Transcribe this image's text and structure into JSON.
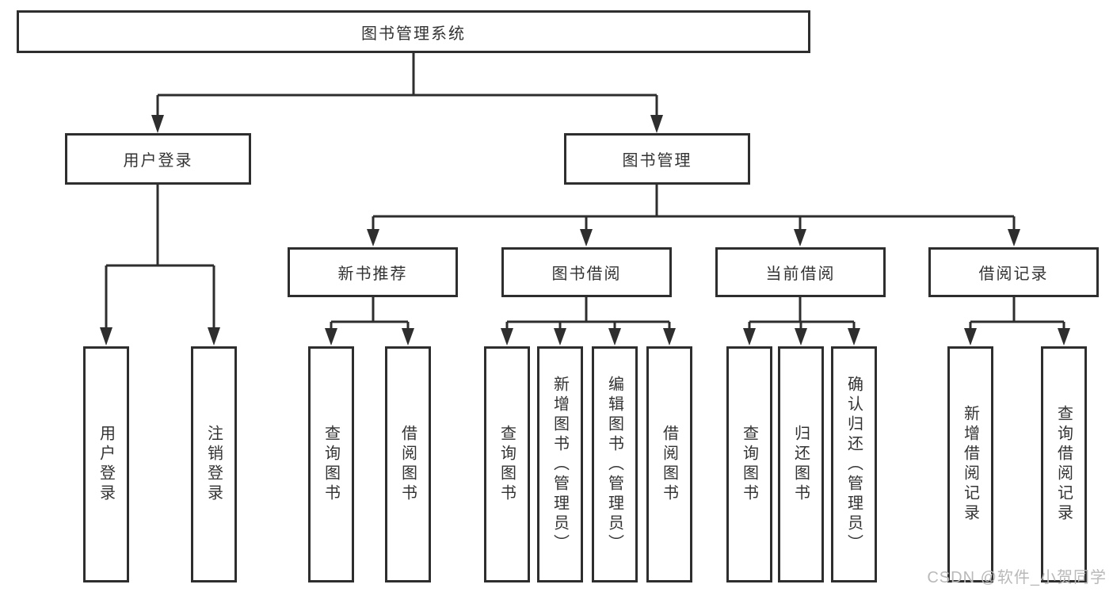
{
  "tree": {
    "root": {
      "label": "图书管理系统"
    },
    "level2": [
      {
        "label": "用户登录",
        "children": [
          "用户登录",
          "注销登录"
        ]
      },
      {
        "label": "图书管理"
      }
    ],
    "level3": [
      {
        "label": "新书推荐",
        "children": [
          "查询图书",
          "借阅图书"
        ]
      },
      {
        "label": "图书借阅",
        "children": [
          "查询图书",
          "新增图书（管理员）",
          "编辑图书（管理员）",
          "借阅图书"
        ]
      },
      {
        "label": "当前借阅",
        "children": [
          "查询图书",
          "归还图书",
          "确认归还（管理员）"
        ]
      },
      {
        "label": "借阅记录",
        "children": [
          "新增借阅记录",
          "查询借阅记录"
        ]
      }
    ]
  },
  "watermark": "CSDN @软件_小贺同学",
  "colors": {
    "line": "#2e2e2e",
    "text": "#333333",
    "watermark": "#b9b9b9",
    "background": "#ffffff"
  }
}
